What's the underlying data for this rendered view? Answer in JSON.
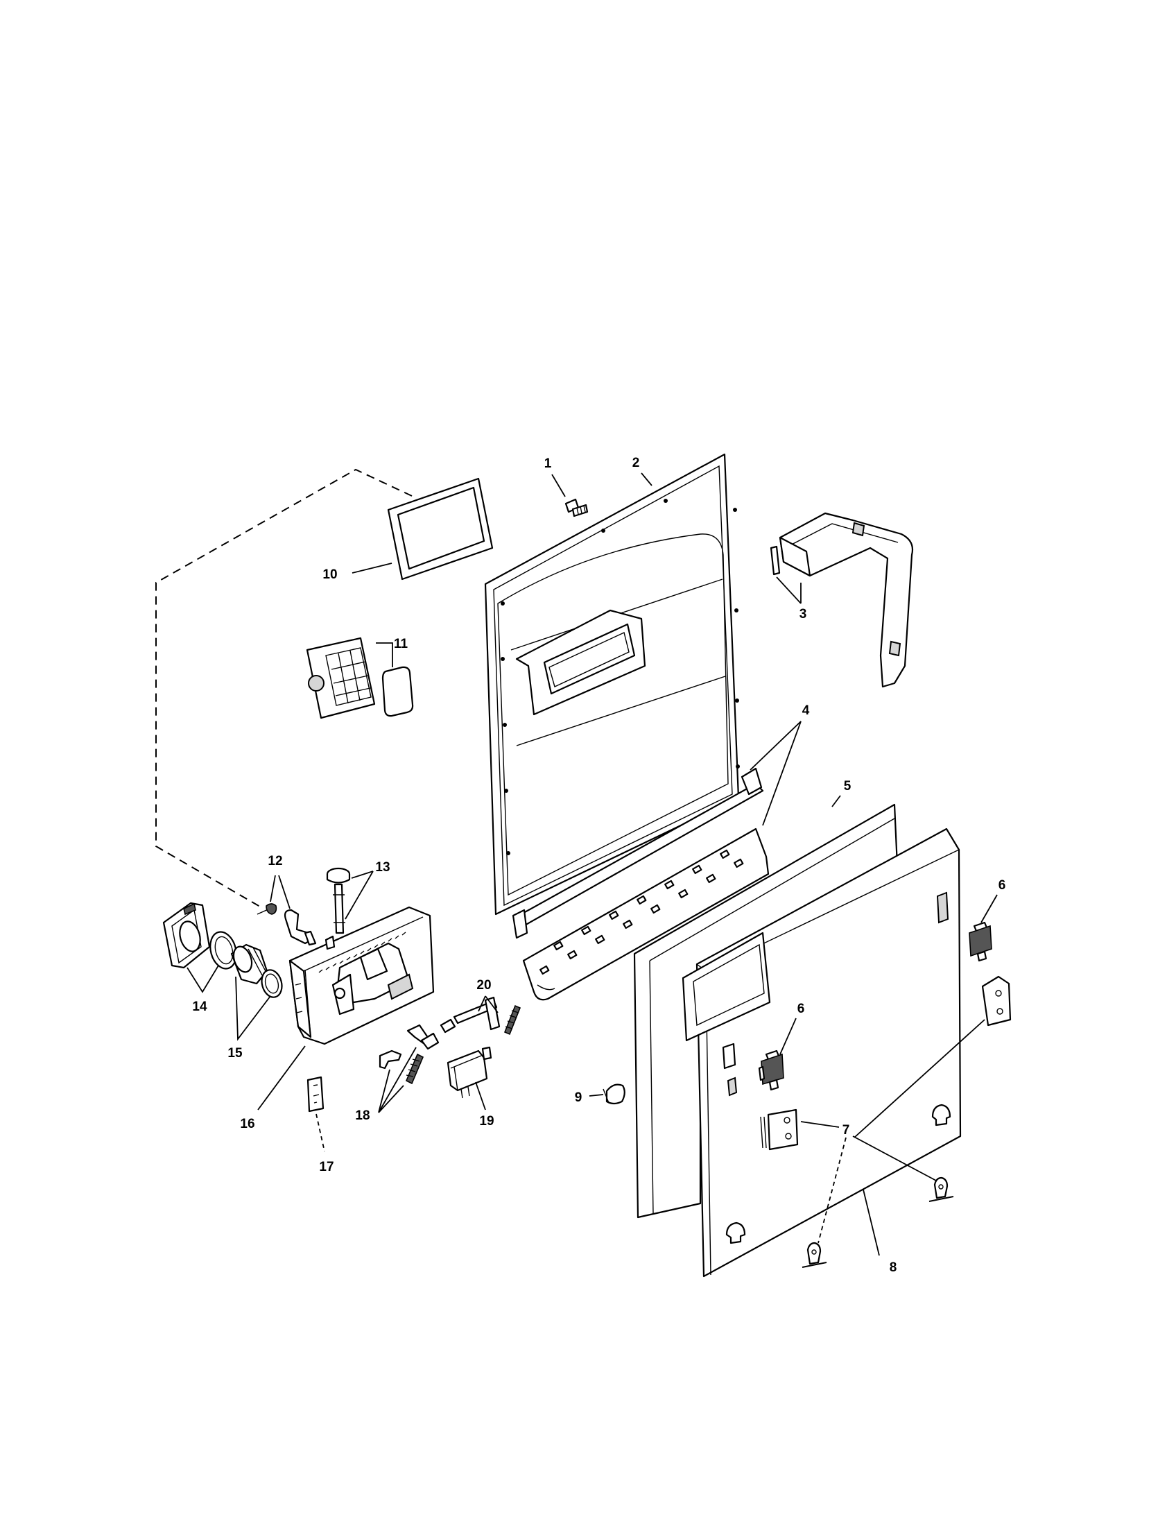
{
  "callouts": [
    "1",
    "2",
    "3",
    "4",
    "5",
    "6",
    "6",
    "7",
    "8",
    "9",
    "10",
    "11",
    "12",
    "13",
    "14",
    "15",
    "16",
    "17",
    "18",
    "19",
    "20"
  ],
  "parts": {
    "screw": "1",
    "inner_door_panel": "2",
    "door_vent_bracket": "3",
    "hinge_trim_strip": "4",
    "door_insulation_panel": "5",
    "door_hinge_brackets": "6",
    "door_hinge_clips": "7",
    "outer_door_panel": "8",
    "door_bumper": "9",
    "dispenser_gasket": "10",
    "rinse_aid_cover": "11",
    "spring_and_lever": "12",
    "rinse_cap_and_rod": "13",
    "detergent_cover_and_seal": "14",
    "rinse_aid_cap_and_oring": "15",
    "dispenser_assembly": "16",
    "dispenser_label": "17",
    "latch_parts_and_springs": "18",
    "door_switch": "19",
    "latch_lever_and_spring": "20"
  }
}
